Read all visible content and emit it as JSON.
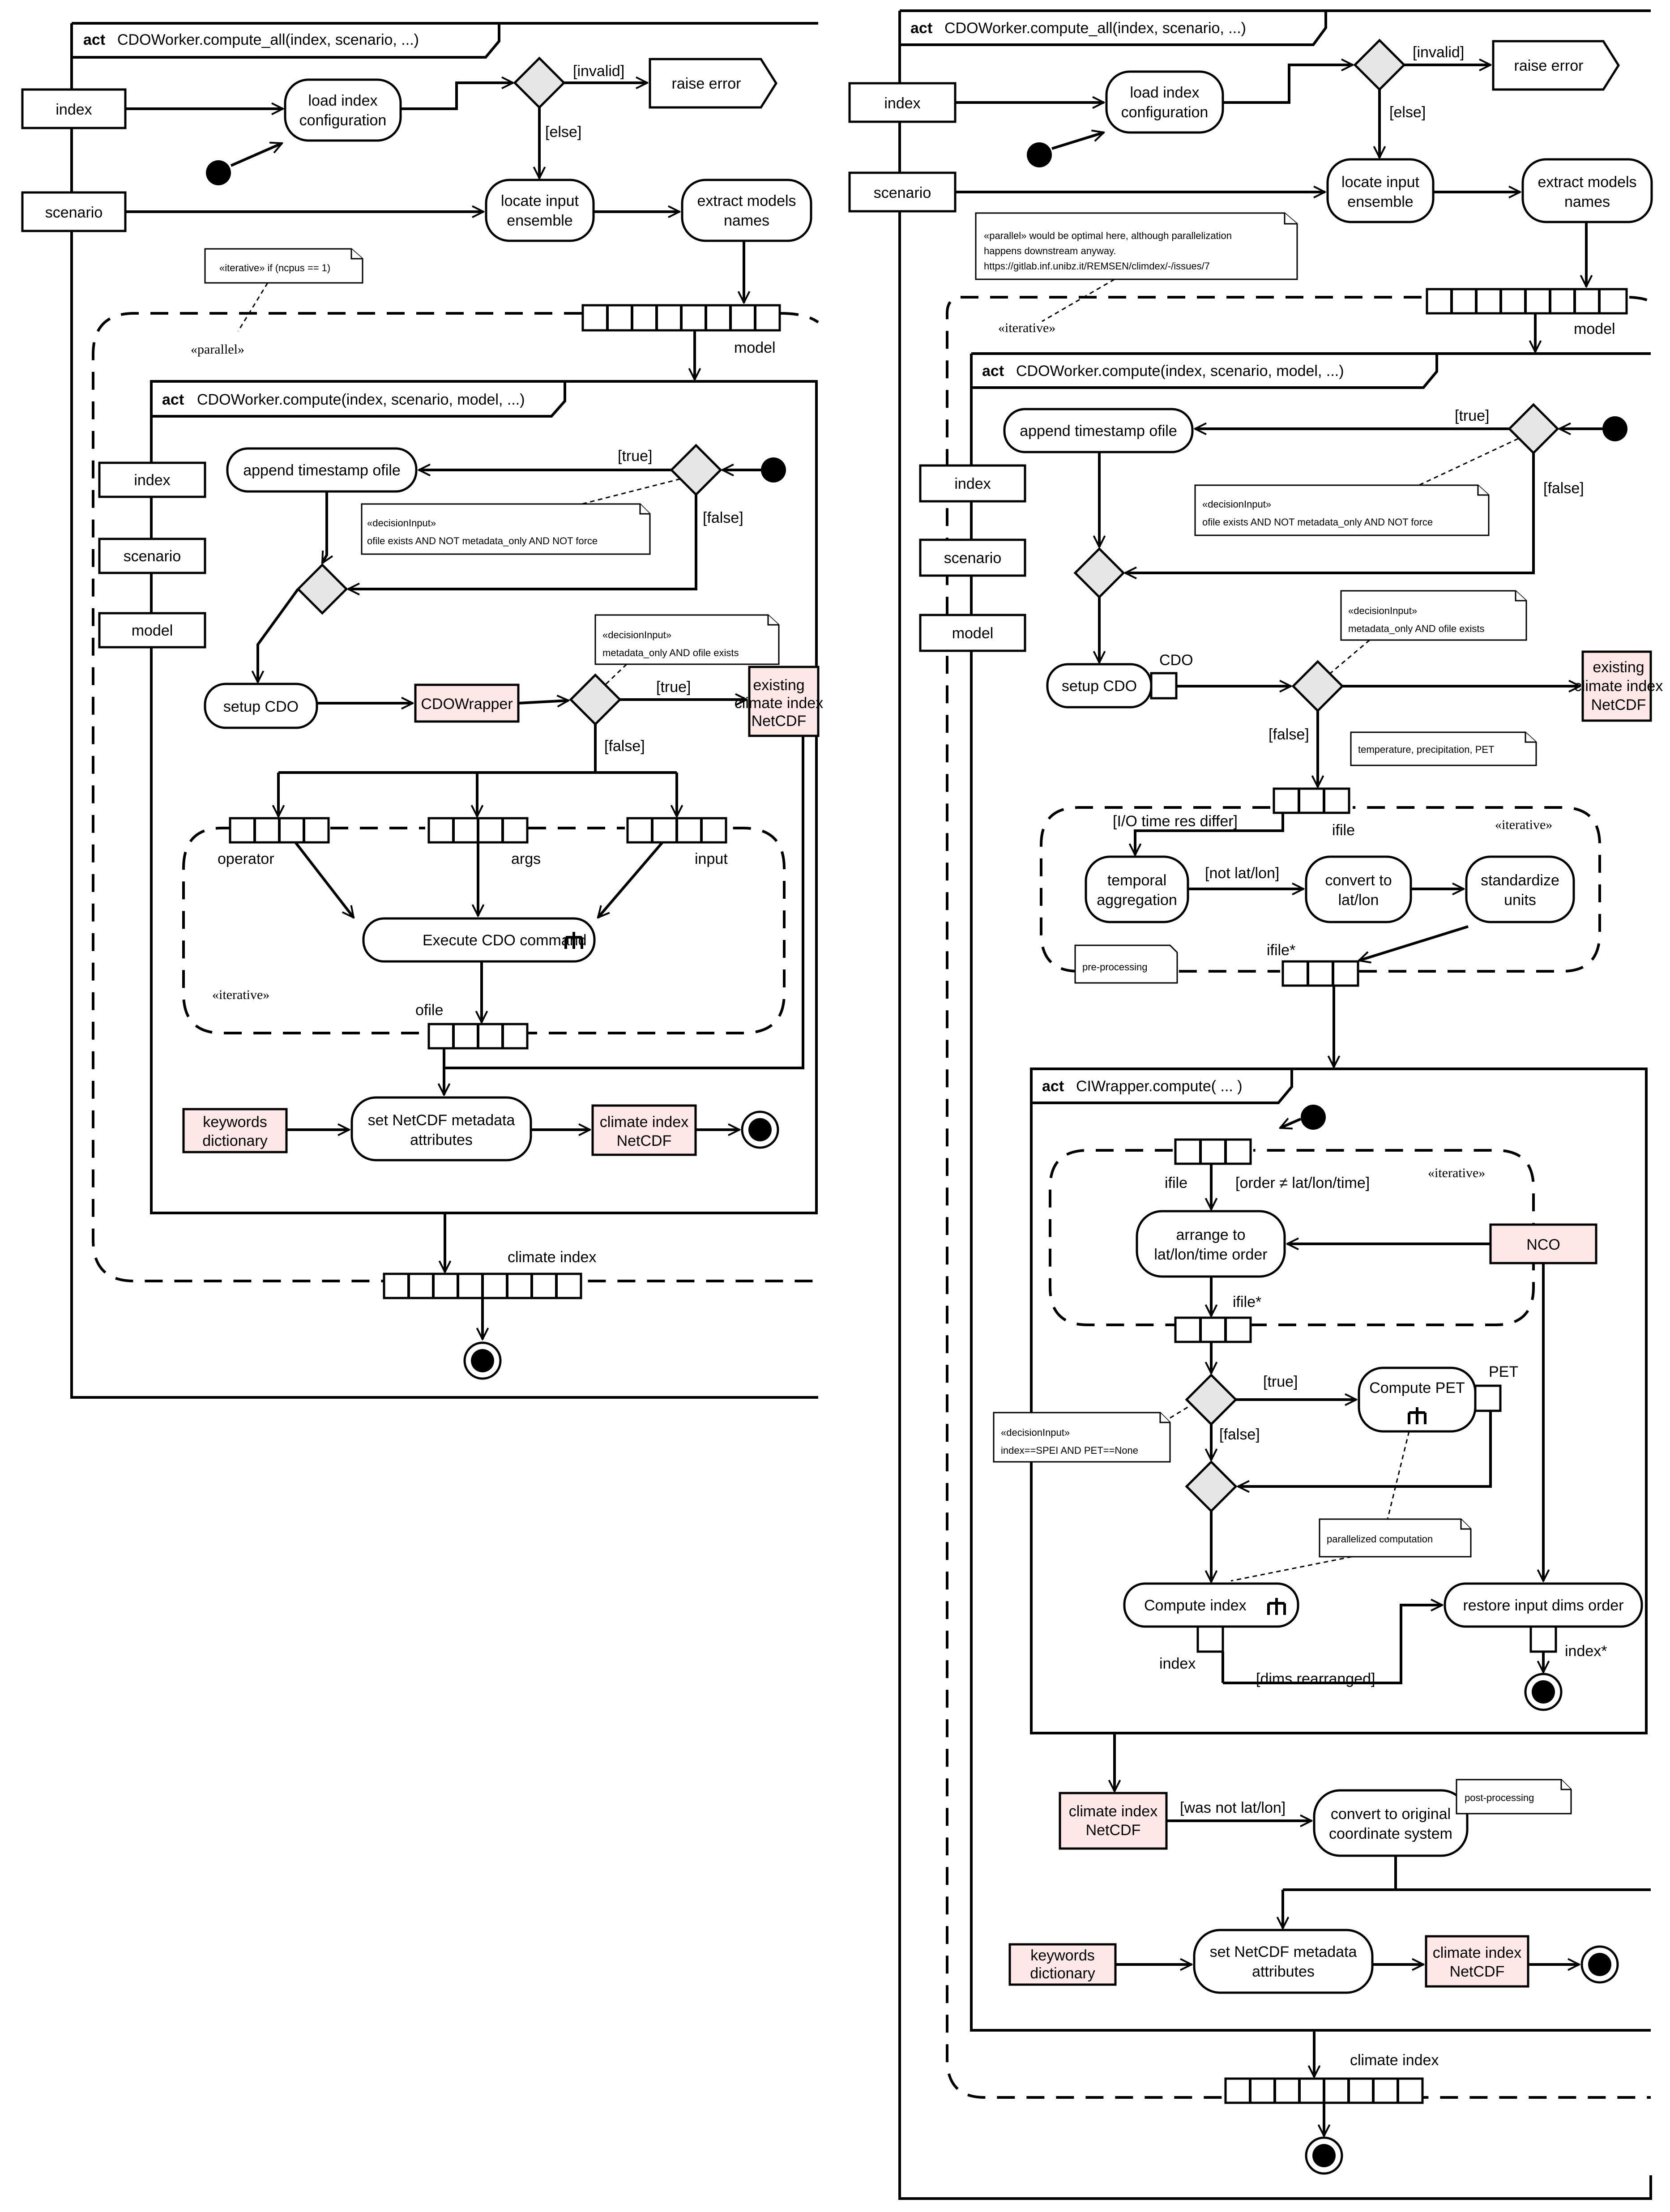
{
  "left": {
    "frame_title": "CDOWorker.compute_all(index, scenario, ...)",
    "act": "act",
    "inputs": {
      "index": "index",
      "scenario": "scenario"
    },
    "load_config": [
      "load index",
      "configuration"
    ],
    "guard_invalid": "[invalid]",
    "guard_else": "[else]",
    "raise_error": "raise error",
    "locate_input": [
      "locate input",
      "ensemble"
    ],
    "extract_models": [
      "extract models",
      "names"
    ],
    "note_iterative": "«iterative» if (ncpus == 1)",
    "parallel_label": "«parallel»",
    "model_pin": "model",
    "inner_title": "CDOWorker.compute(index, scenario, model, ...)",
    "params": [
      "index",
      "scenario",
      "model"
    ],
    "append_ts": "append timestamp ofile",
    "guard_true": "[true]",
    "guard_false": "[false]",
    "note_decision1": [
      "«decisionInput»",
      "ofile exists AND NOT metadata_only AND NOT force"
    ],
    "note_decision2": [
      "«decisionInput»",
      "metadata_only AND ofile exists"
    ],
    "setup_cdo": "setup CDO",
    "cdowrapper": "CDOWrapper",
    "existing": [
      "existing",
      "climate index",
      "NetCDF"
    ],
    "pins": {
      "operator": "operator",
      "args": "args",
      "input": "input"
    },
    "exec_cdo": "Execute CDO command",
    "iterative_label": "«iterative»",
    "ofile": "ofile",
    "keywords": [
      "keywords",
      "dictionary"
    ],
    "set_meta": [
      "set NetCDF metadata",
      "attributes"
    ],
    "climate_index_nc": [
      "climate index",
      "NetCDF"
    ],
    "climate_index": "climate index"
  },
  "right": {
    "frame_title": "CDOWorker.compute_all(index, scenario, ...)",
    "act": "act",
    "inputs": {
      "index": "index",
      "scenario": "scenario"
    },
    "load_config": [
      "load index",
      "configuration"
    ],
    "guard_invalid": "[invalid]",
    "guard_else": "[else]",
    "raise_error": "raise error",
    "locate_input": [
      "locate input",
      "ensemble"
    ],
    "extract_models": [
      "extract models",
      "names"
    ],
    "note_parallel": [
      "«parallel» would be optimal here, although parallelization",
      "happens downstream anyway.",
      "https://gitlab.inf.unibz.it/REMSEN/climdex/-/issues/7"
    ],
    "iterative_label": "«iterative»",
    "model_pin": "model",
    "inner_title": "CDOWorker.compute(index, scenario, model, ...)",
    "params": [
      "index",
      "scenario",
      "model"
    ],
    "append_ts": "append timestamp ofile",
    "guard_true": "[true]",
    "guard_false": "[false]",
    "note_decision1": [
      "«decisionInput»",
      "ofile exists AND NOT metadata_only AND NOT force"
    ],
    "note_decision2": [
      "«decisionInput»",
      "metadata_only AND ofile exists"
    ],
    "setup_cdo": "setup CDO",
    "cdo_pin": "CDO",
    "existing": [
      "existing",
      "climate index",
      "NetCDF"
    ],
    "note_vars": "temperature, precipitation, PET",
    "ifile": "ifile",
    "guard_io": "[I/O time res differ]",
    "guard_latlon": "[not lat/lon]",
    "temporal": [
      "temporal",
      "aggregation"
    ],
    "convert_latlon": [
      "convert to",
      "lat/lon"
    ],
    "standardize": [
      "standardize",
      "units"
    ],
    "note_pre": "pre-processing",
    "ifile_star": "ifile*",
    "ci_title": "CIWrapper.compute( ... )",
    "guard_order": "[order ≠ lat/lon/time]",
    "arrange": [
      "arrange to",
      "lat/lon/time order"
    ],
    "nco": "NCO",
    "compute_pet": "Compute PET",
    "pet_pin": "PET",
    "note_decision3": [
      "«decisionInput»",
      "index==SPEI AND PET==None"
    ],
    "note_parallelized": "parallelized computation",
    "compute_index": "Compute index",
    "restore": "restore input dims order",
    "index_pin": "index",
    "index_star": "index*",
    "guard_dims": "[dims rearranged]",
    "climate_index_nc": [
      "climate index",
      "NetCDF"
    ],
    "guard_not_latlon": "[was not lat/lon]",
    "convert_orig": [
      "convert to original",
      "coordinate system"
    ],
    "note_post": "post-processing",
    "keywords": [
      "keywords",
      "dictionary"
    ],
    "set_meta": [
      "set NetCDF metadata",
      "attributes"
    ],
    "climate_index": "climate index"
  }
}
